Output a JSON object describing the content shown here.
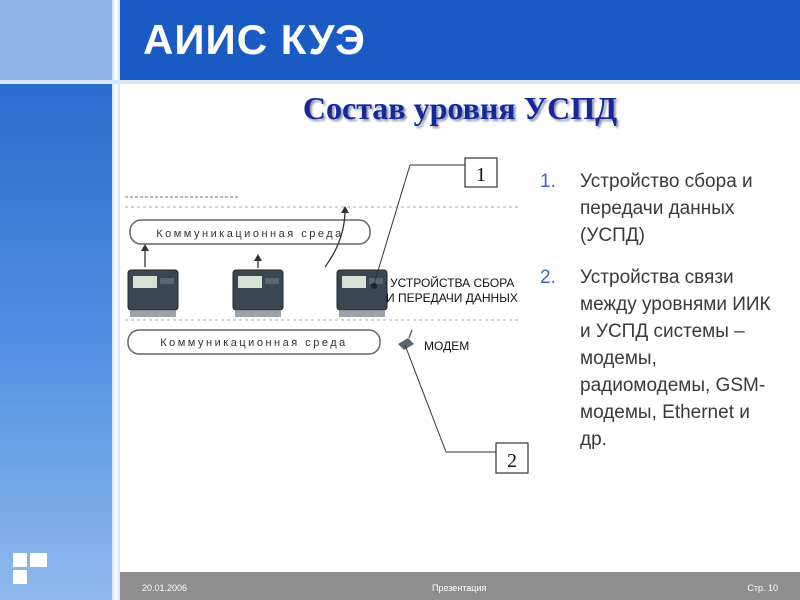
{
  "header": {
    "title": "АИИС КУЭ"
  },
  "slide": {
    "title": "Состав уровня УСПД"
  },
  "diagram": {
    "comm_env_label_top": "Коммуникационная среда",
    "comm_env_label_bottom": "Коммуникационная среда",
    "uspd_label_line1": "УСТРОЙСТВА СБОРА",
    "uspd_label_line2": "И ПЕРЕДАЧИ ДАННЫХ",
    "modem_label": "МОДЕМ",
    "callout_1": "1",
    "callout_2": "2"
  },
  "list": {
    "items": [
      {
        "num": "1.",
        "text": "Устройство сбора и передачи данных (УСПД)"
      },
      {
        "num": "2.",
        "text": "Устройства связи между уровнями ИИК и УСПД системы – модемы, радиомодемы, GSM-модемы, Ethernet и др."
      }
    ]
  },
  "footer": {
    "date": "20.01.2006",
    "center": "Презентация",
    "page": "Стр. 10"
  },
  "colors": {
    "header_blue": "#1a5bc3",
    "title_navy": "#15299a",
    "footer_gray": "#8e8e8e"
  }
}
